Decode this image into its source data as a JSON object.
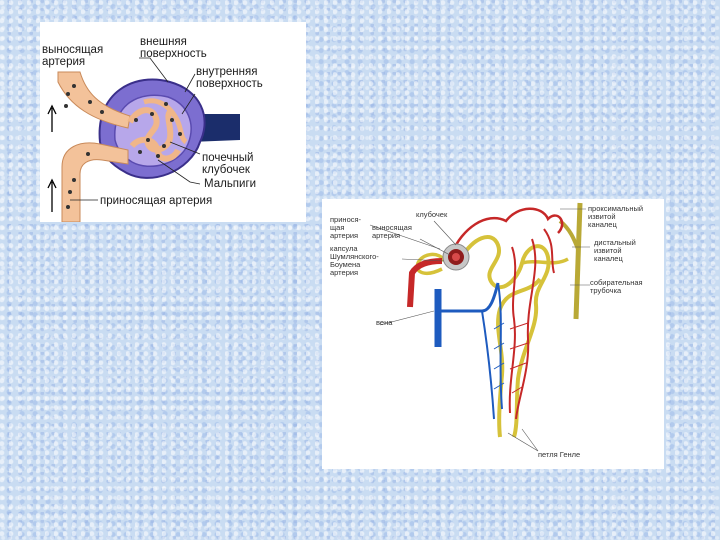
{
  "left_diagram": {
    "labels": {
      "efferent_artery": [
        "выносящая",
        "артерия"
      ],
      "outer_surface": [
        "внешняя",
        "поверхность"
      ],
      "inner_surface": [
        "внутренняя",
        "поверхность"
      ],
      "glomerulus": [
        "почечный",
        "клубочек"
      ],
      "malpighi": "Мальпиги",
      "afferent_artery": "приносящая артерия"
    }
  },
  "right_diagram": {
    "labels": {
      "afferent": [
        "прино­ся-",
        "щая",
        "артерия"
      ],
      "efferent": [
        "выносящая",
        "артерия"
      ],
      "glomerulus": "клубочек",
      "proximal": [
        "проксимальный",
        "извитой",
        "каналец"
      ],
      "distal": [
        "дистальный",
        "извитой",
        "каналец"
      ],
      "capsule": [
        "капсула",
        "Шумлянского-",
        "Боумена",
        "артерия"
      ],
      "collecting": [
        "собирательная",
        "трубочка"
      ],
      "vein": "вена",
      "loop": "петля Генле"
    }
  }
}
